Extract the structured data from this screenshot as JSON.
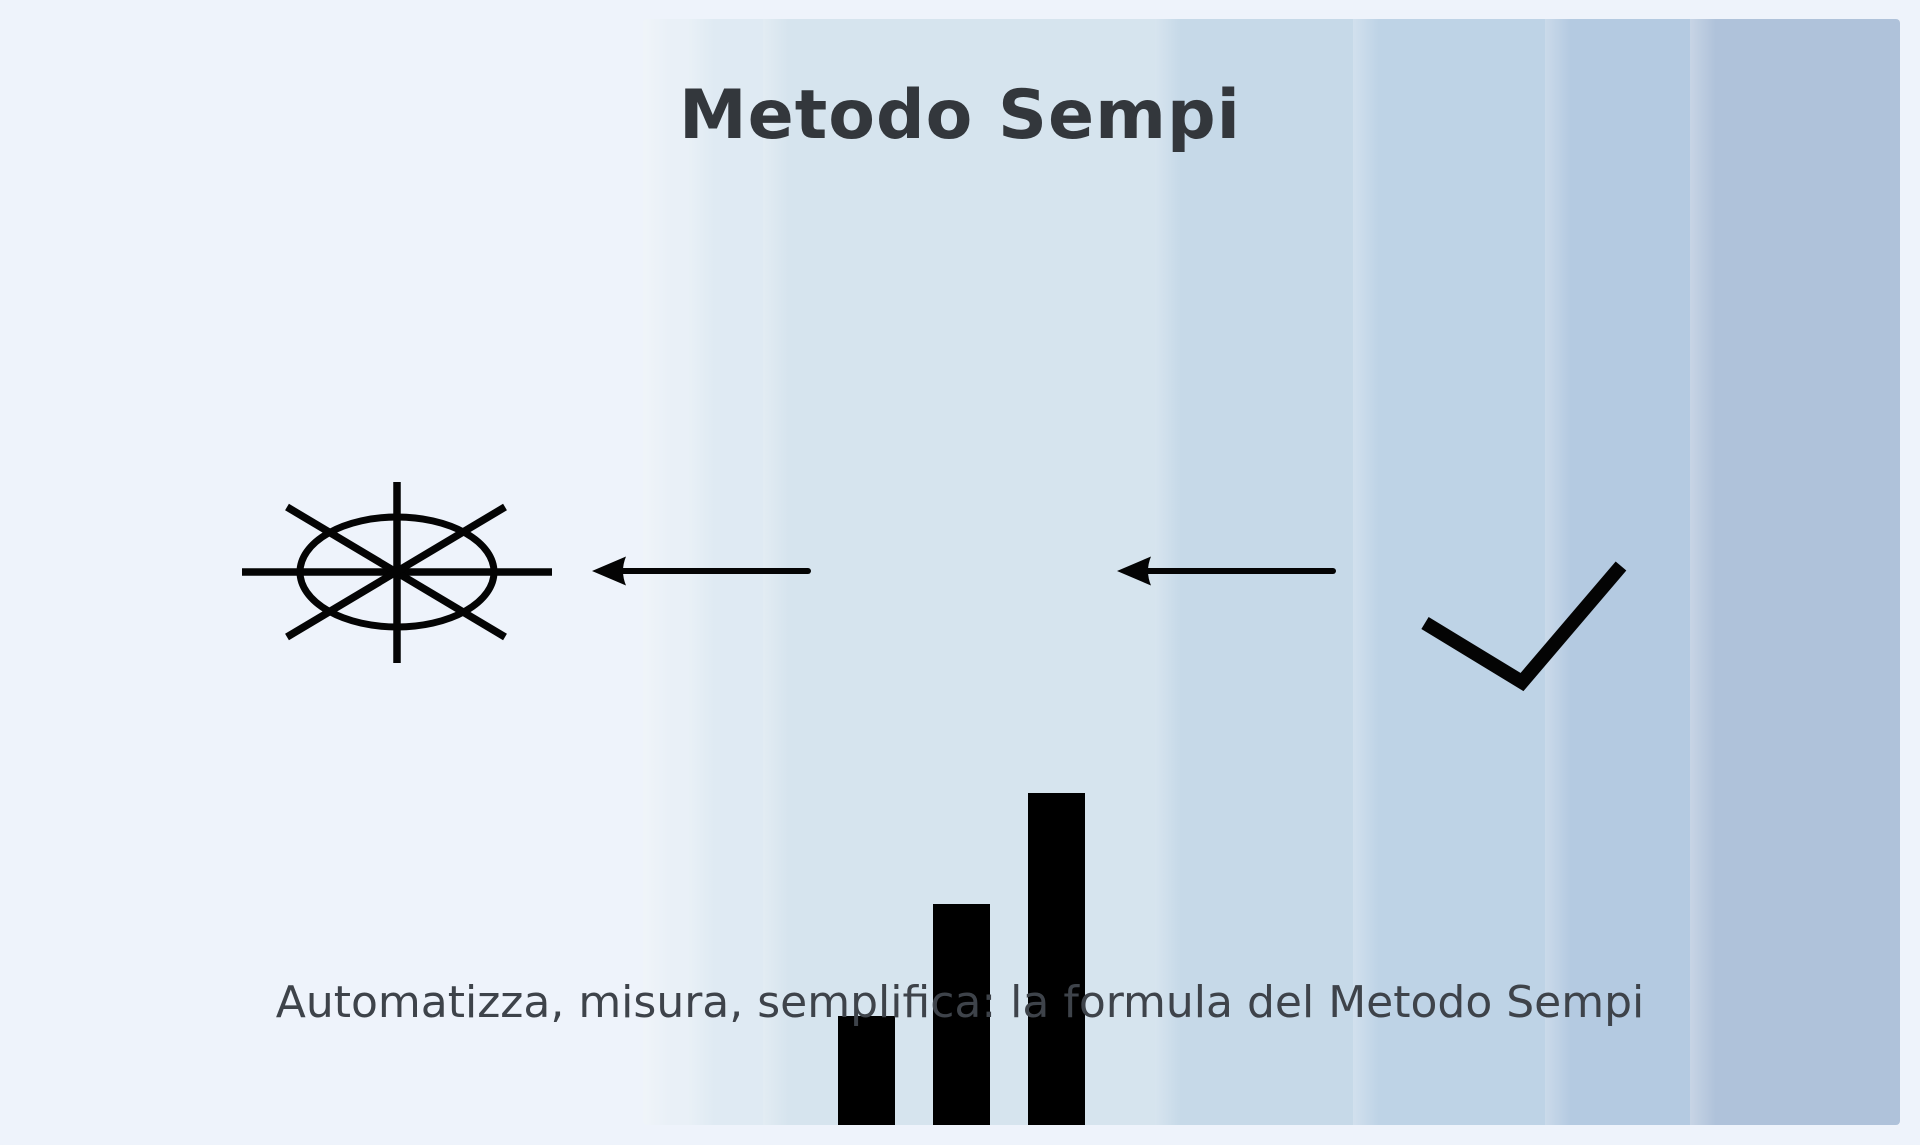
{
  "header": {
    "title": "Metodo Sempi"
  },
  "footer": {
    "tagline": "Automatizza, misura, semplifica: la formula del Metodo Sempi"
  },
  "colors": {
    "background": "#eef3fb",
    "panel_bands": [
      "#e9f0f7",
      "#dfeaf3",
      "#d6e4ee",
      "#c6d9e8",
      "#bed3e6",
      "#b4cae1",
      "#afc2da"
    ],
    "ink": "#040404",
    "title_text": "#33373c",
    "tagline_text": "#3e434a"
  },
  "icons": {
    "wheel": "compass-wheel-icon",
    "arrow_left_1": "left-arrow-icon",
    "arrow_left_2": "left-arrow-icon",
    "check": "checkmark-icon",
    "bars": "bar-chart-icon"
  },
  "bar_chart_icon": {
    "type": "bar",
    "values": [
      109,
      221,
      332
    ],
    "note": "three ascending black bars, heights in px, baseline at panel bottom"
  }
}
